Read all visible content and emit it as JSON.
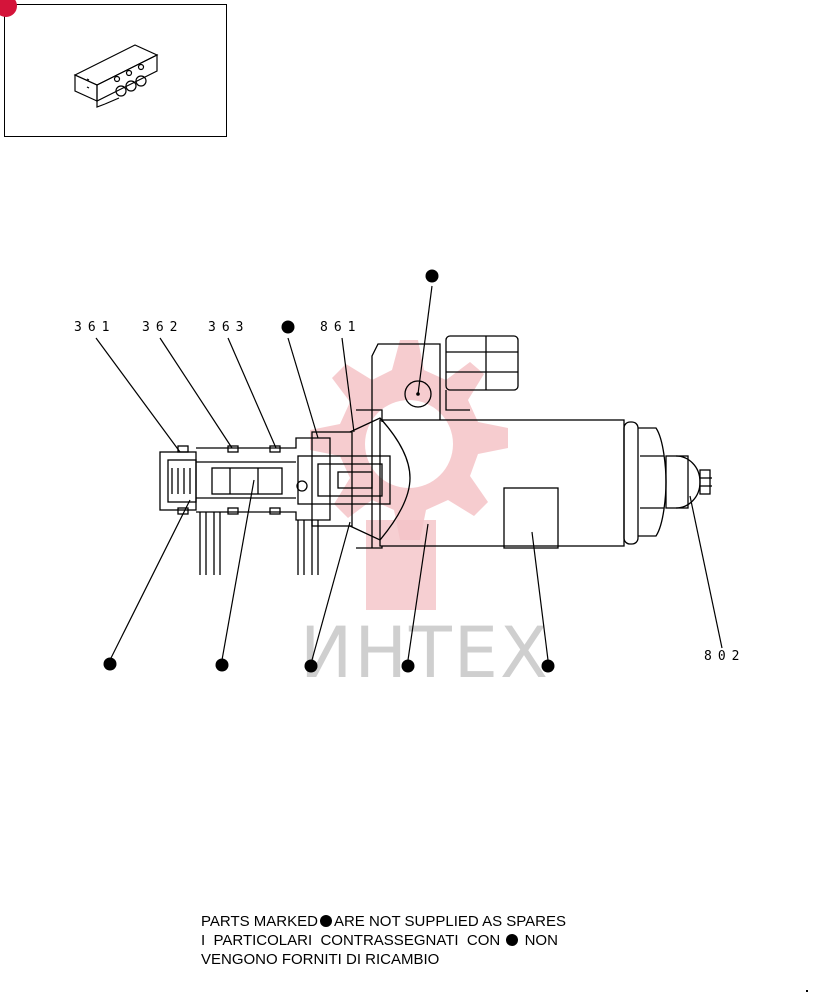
{
  "labels": {
    "p361": "361",
    "p362": "362",
    "p363": "363",
    "p861": "861",
    "p802": "802"
  },
  "watermark": {
    "text": "ИНТЕХ",
    "color": "#f2b8bd"
  },
  "notes": {
    "line1_a": "PARTS MARKED",
    "line1_b": "ARE NOT SUPPLIED AS SPARES",
    "line2_a": "I  PARTICOLARI  CONTRASSEGNATI  CON",
    "line2_b": "NON",
    "line3": "VENGONO FORNITI DI RICAMBIO"
  },
  "colors": {
    "ink": "#000000",
    "badge": "#d4143a"
  }
}
